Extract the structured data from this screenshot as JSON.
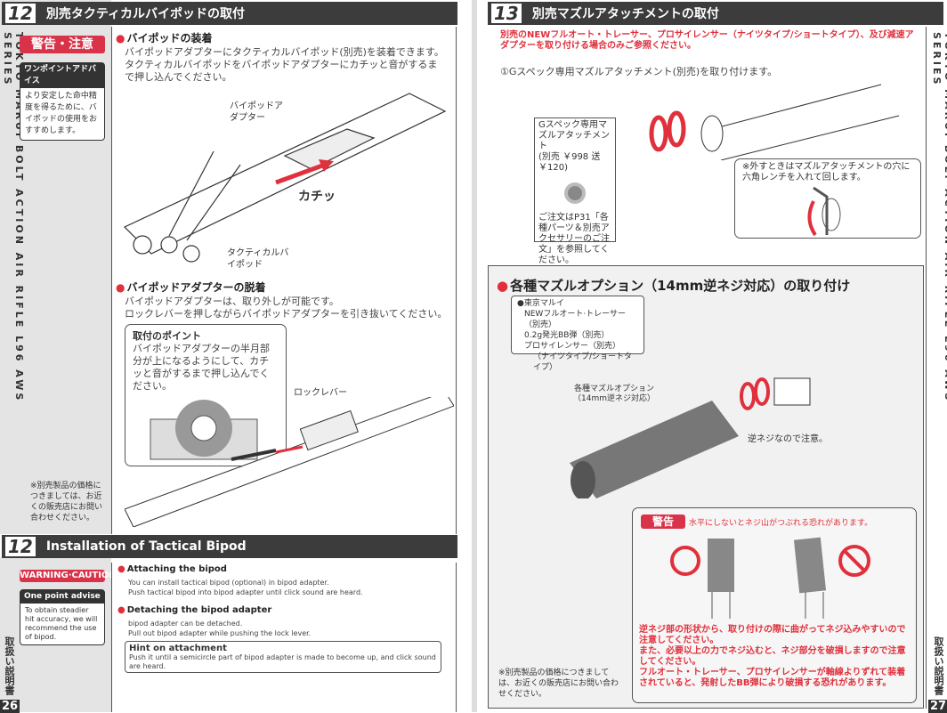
{
  "left": {
    "jp": {
      "num": "12",
      "title": "別売タクティカルバイポッドの取付",
      "warning": "警告・注意",
      "advice_title": "ワンポイントアドバイス",
      "advice_body": "より安定した命中精度を得るために、バイポッドの使用をおすすめします。",
      "s1_title": "バイポッドの装着",
      "s1_l1": "バイポッドアダプターにタクティカルバイポッド(別売)を装着できます。",
      "s1_l2": "タクティカルバイポッドをバイポッドアダプターにカチッと音がするまで押し込んでください。",
      "label_adapter": "バイポッドアダプター",
      "label_click": "カチッ",
      "label_bipod": "タクティカルバイポッド",
      "s2_title": "バイポッドアダプターの脱着",
      "s2_l1": "バイポッドアダプターは、取り外しが可能です。",
      "s2_l2": "ロックレバーを押しながらバイポッドアダプターを引き抜いてください。",
      "hint_title": "取付のポイント",
      "hint_body": "バイポッドアダプターの半月部分が上になるようにして、カチッと音がするまで押し込んでください。",
      "label_lever": "ロックレバー",
      "note": "※別売製品の価格につきましては、お近くの販売店にお問い合わせください。"
    },
    "en": {
      "num": "12",
      "title": "Installation of Tactical Bipod",
      "warning": "WARNING·CAUTION",
      "advice_title": "One point advise",
      "advice_body": "To obtain steadier hit accuracy, we will recommend the use of bipod.",
      "s1_title": "Attaching the bipod",
      "s1_l1": "You can install tactical bipod (optional) in bipod adapter.",
      "s1_l2": "Push tactical bipod into bipod adapter until click sound are heard.",
      "s2_title": "Detaching the bipod adapter",
      "s2_l1": "bipod adapter can be detached.",
      "s2_l2": "Pull out bipod adapter while pushing the lock lever.",
      "hint_title": "Hint on attachment",
      "hint_body": "Push it until a semicircle part of bipod adapter is made to become up, and click sound are heard."
    },
    "side_text": "TOKYO MARUI BOLT ACTION AIR RIFLE L96 AWS SERIES",
    "manual": "取扱い説明書",
    "page": "26"
  },
  "right": {
    "num": "13",
    "title": "別売マズルアタッチメントの取付",
    "caution": "別売のNEWフルオート・トレーサー、プロサイレンサー（ナイツタイプ/ショートタイプ）、及び減速アダプターを取り付ける場合のみご参照ください。",
    "step1": "①Gスペック専用マズルアタッチメント(別売)を取り付けます。",
    "part_name": "Gスペック専用マズルアタッチメント",
    "part_price": "(別売 ￥998 送￥120)",
    "order_note": "ご注文はP31「各種パーツ＆別売アクセサリーのご注文」を参照してください。",
    "remove_note": "※外すときはマズルアタッチメントの穴に六角レンチを入れて回します。",
    "s2_title": "各種マズルオプション（14mm逆ネジ対応）の取り付け",
    "options": [
      "●東京マルイ",
      "NEWフルオート·トレーサー（別売）",
      "0.2g発光BB弾（別売）",
      "プロサイレンサー（別売）",
      "（ナイツタイプ/ショートタイプ）"
    ],
    "label_options": "各種マズルオプション（14mm逆ネジ対応）",
    "label_reverse": "逆ネジなので注意。",
    "warn_label": "警告",
    "warn_text": "水平にしないとネジ山がつぶれる恐れがあります。",
    "warn_body": [
      "逆ネジ部の形状から、取り付けの際に曲がってネジ込みやすいので注意してください。",
      "また、必要以上の力でネジ込むと、ネジ部分を破損しますので注意してください。",
      "フルオート・トレーサー、プロサイレンサーが軸線よりずれて装着されていると、発射したBB弾により破損する恐れがあります。"
    ],
    "note": "※別売製品の価格につきましては、お近くの販売店にお問い合わせください。",
    "side_text": "TOKYO MARUI BOLT ACTION AIR RIFLE L96 AWS SERIES",
    "manual": "取扱い説明書",
    "page": "27",
    "colors": {
      "accent": "#e0303c",
      "header": "#3c3c3c"
    }
  }
}
